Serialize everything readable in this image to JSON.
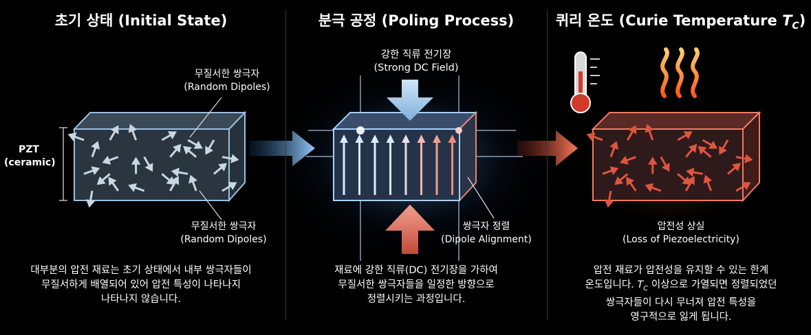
{
  "panels": [
    {
      "title": "초기 상태 (Initial State)",
      "label_top": [
        "무질서한 쌍극자",
        "(Random Dipoles)"
      ],
      "label_bottom": [
        "무질서한 쌍극자",
        "(Random Dipoles)"
      ],
      "side_label": [
        "PZT",
        "(ceramic)"
      ],
      "description": [
        "대부분의 압전 재료는 초기 상태에서 내부 쌍극자들이",
        "무질서하게 배열되어 있어 압전 특성이 나타나지",
        "나타나지 않습니다."
      ]
    },
    {
      "title": "분극 공정 (Poling Process)",
      "label_top": [
        "강한 직류 전기장",
        "(Strong DC Field)"
      ],
      "label_bottom": [
        "쌍극자 정렬",
        "(Dipole Alignment)"
      ],
      "description": [
        "재료에 강한 직류(DC) 전기장을 가하여",
        "무질서한 쌍극자들을 일정한 방향으로",
        "정렬시키는 과정입니다."
      ]
    },
    {
      "title_main": "퀴리 온도 (Curie Temperature ",
      "title_symbol": "T",
      "title_sub": "C",
      "title_end": ")",
      "label_bottom": [
        "압전성 상실",
        "(Loss of Piezoelectricity)"
      ],
      "description_line1": "압전 재료가 압전성을 유지할 수 있는 한계",
      "description_line2_pre": "온도입니다. ",
      "description_line2_symbol": "T",
      "description_line2_sub": "C",
      "description_line2_post": " 이상으로 가열되면 정렬되었던",
      "description_line3": "쌍극자들이 다시 무너져 압전 특성을",
      "description_line4": "영구적으로 잃게 됩니다."
    }
  ],
  "colors": {
    "background": "#000000",
    "block_blue": "#8fb4d6",
    "block_red": "#e0553f",
    "field_blue": "#9ec8ee",
    "field_red": "#e8806a",
    "heat": "#ff7a2a"
  },
  "icons": [
    "thermometer-icon",
    "heat-waves-icon",
    "arrow-right-icon",
    "arrow-down-icon",
    "arrow-up-icon"
  ]
}
